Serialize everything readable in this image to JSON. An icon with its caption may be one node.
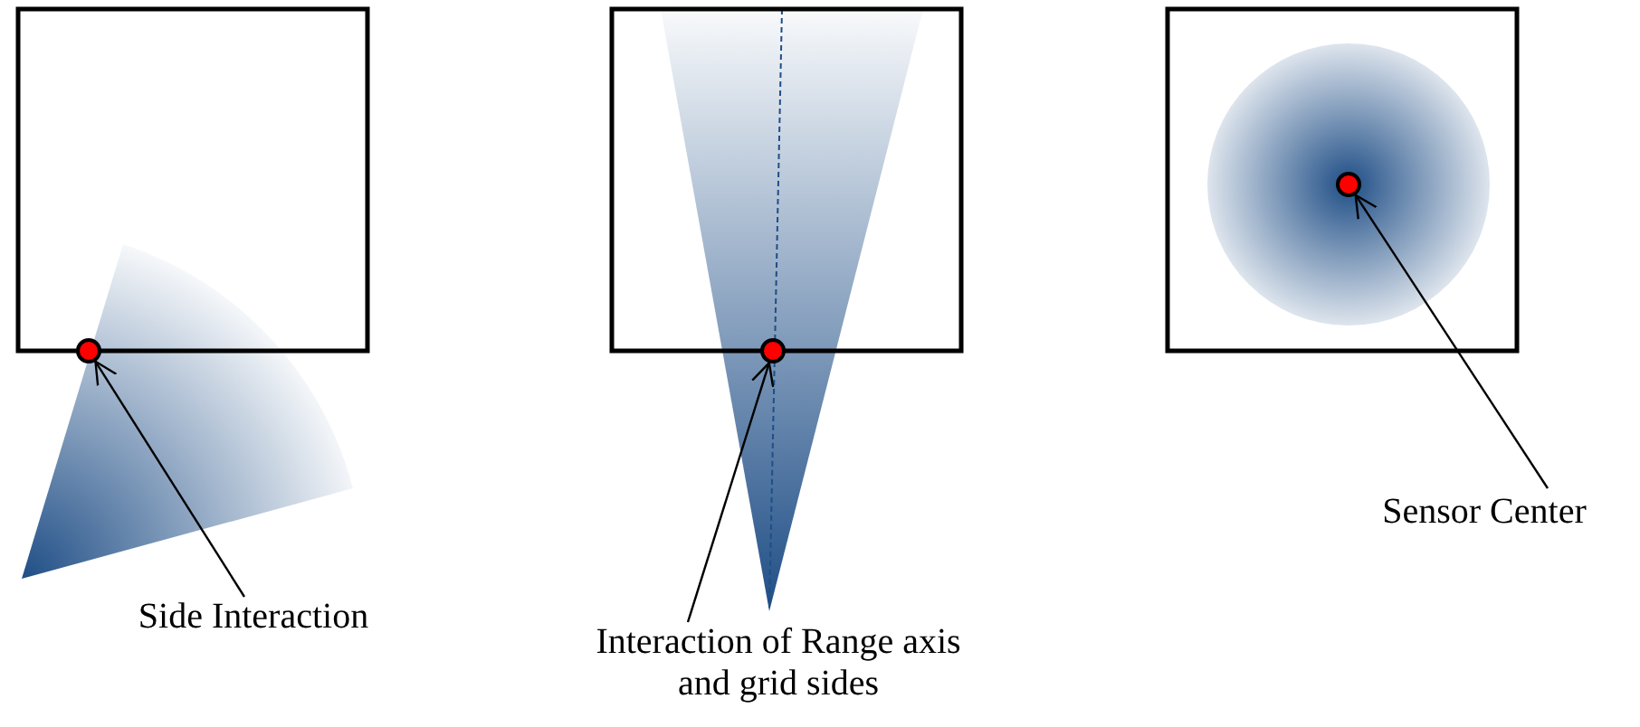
{
  "diagram": {
    "nodes": [
      {
        "text": [],
        "shape": "circle"
      },
      {
        "text": [],
        "shape": "circle"
      },
      {
        "text": [],
        "shape": "circle"
      },
      {
        "text": [
          "Side Interaction"
        ]
      },
      {
        "text": [
          "Interaction of Range axis and grid sides"
        ]
      },
      {
        "text": [
          "Sensor Center"
        ]
      }
    ],
    "edges": [
      {
        "from": 3,
        "to": 0,
        "arrow": "to"
      },
      {
        "from": 4,
        "to": 1,
        "arrow": "to"
      },
      {
        "from": 5,
        "to": 2,
        "arrow": "to"
      }
    ]
  }
}
